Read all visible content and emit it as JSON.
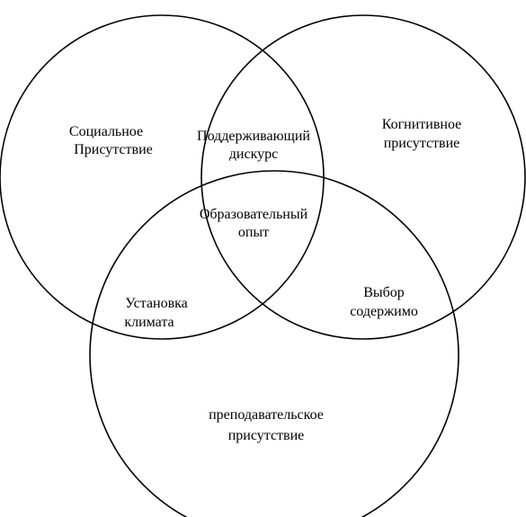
{
  "diagram": {
    "type": "venn",
    "sets": {
      "social": [
        "Социальное",
        "Присутствие"
      ],
      "cognitive": [
        "Когнитивное",
        "присутствие"
      ],
      "teaching": [
        "преподавательское",
        "присутствие"
      ]
    },
    "intersections": {
      "social_cognitive": [
        "Поддерживающий",
        "дискурс"
      ],
      "all_three": [
        "Образовательный",
        "опыт"
      ],
      "social_teaching": [
        "Установка",
        "климата"
      ],
      "cognitive_teaching": [
        "Выбор",
        "содержимо"
      ]
    },
    "colors": {
      "stroke": "#000000",
      "background": "#ffffff"
    }
  }
}
